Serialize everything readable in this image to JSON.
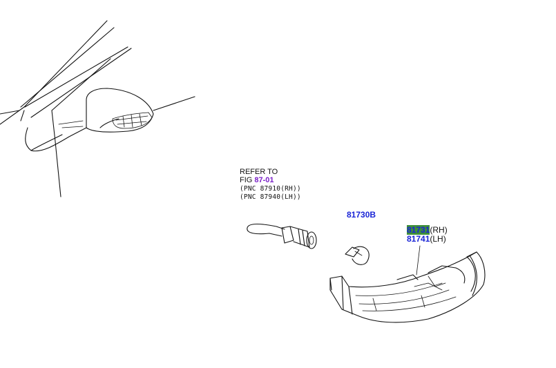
{
  "refer": {
    "line1": "REFER TO",
    "fig_prefix": "FIG ",
    "fig_number": "87-01",
    "pnc_rh": "(PNC 87910(RH))",
    "pnc_lh": "(PNC 87940(LH))"
  },
  "parts": {
    "bulb": {
      "number": "81730B"
    },
    "lamp_rh": {
      "number": "81731",
      "side": "(RH)"
    },
    "lamp_lh": {
      "number": "81741",
      "side": "(LH)"
    }
  },
  "colors": {
    "link": "#1a25d6",
    "figure_link": "#7a1fc8",
    "highlight": "#3f8f3a"
  }
}
